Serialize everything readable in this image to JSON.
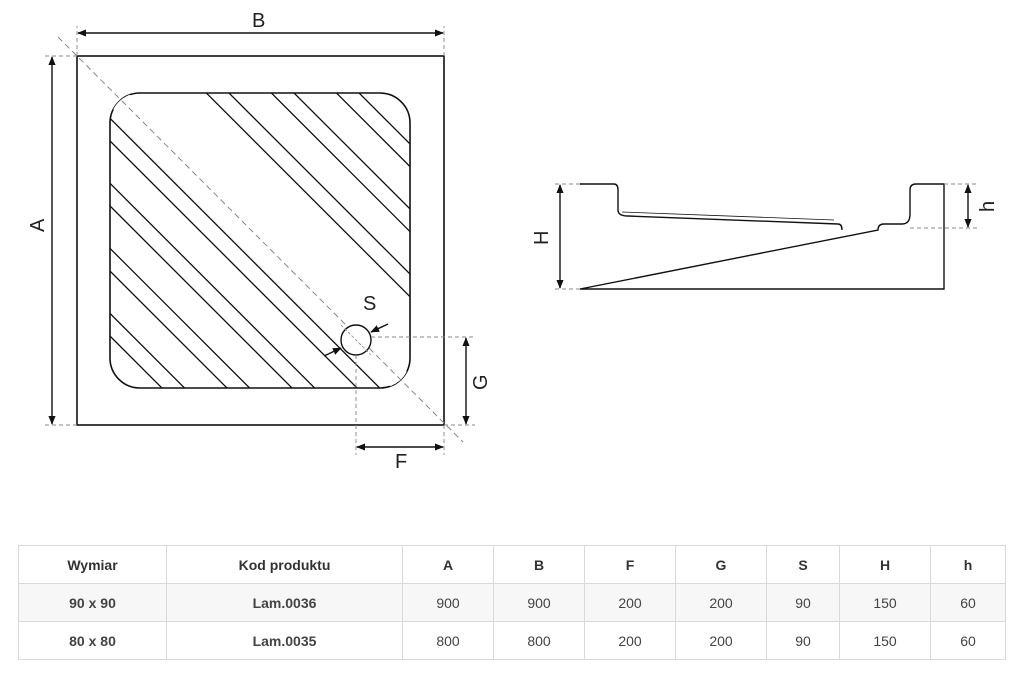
{
  "drawing": {
    "top_view": {
      "dim_labels": {
        "a": "A",
        "b": "B",
        "f": "F",
        "g": "G",
        "s": "S"
      }
    },
    "side_view": {
      "dim_labels": {
        "h_upper": "H",
        "h_lower": "h"
      }
    }
  },
  "table": {
    "headers": [
      "Wymiar",
      "Kod produktu",
      "A",
      "B",
      "F",
      "G",
      "S",
      "H",
      "h"
    ],
    "rows": [
      [
        "90 x 90",
        "Lam.0036",
        "900",
        "900",
        "200",
        "200",
        "90",
        "150",
        "60"
      ],
      [
        "80 x 80",
        "Lam.0035",
        "800",
        "800",
        "200",
        "200",
        "90",
        "150",
        "60"
      ]
    ]
  }
}
